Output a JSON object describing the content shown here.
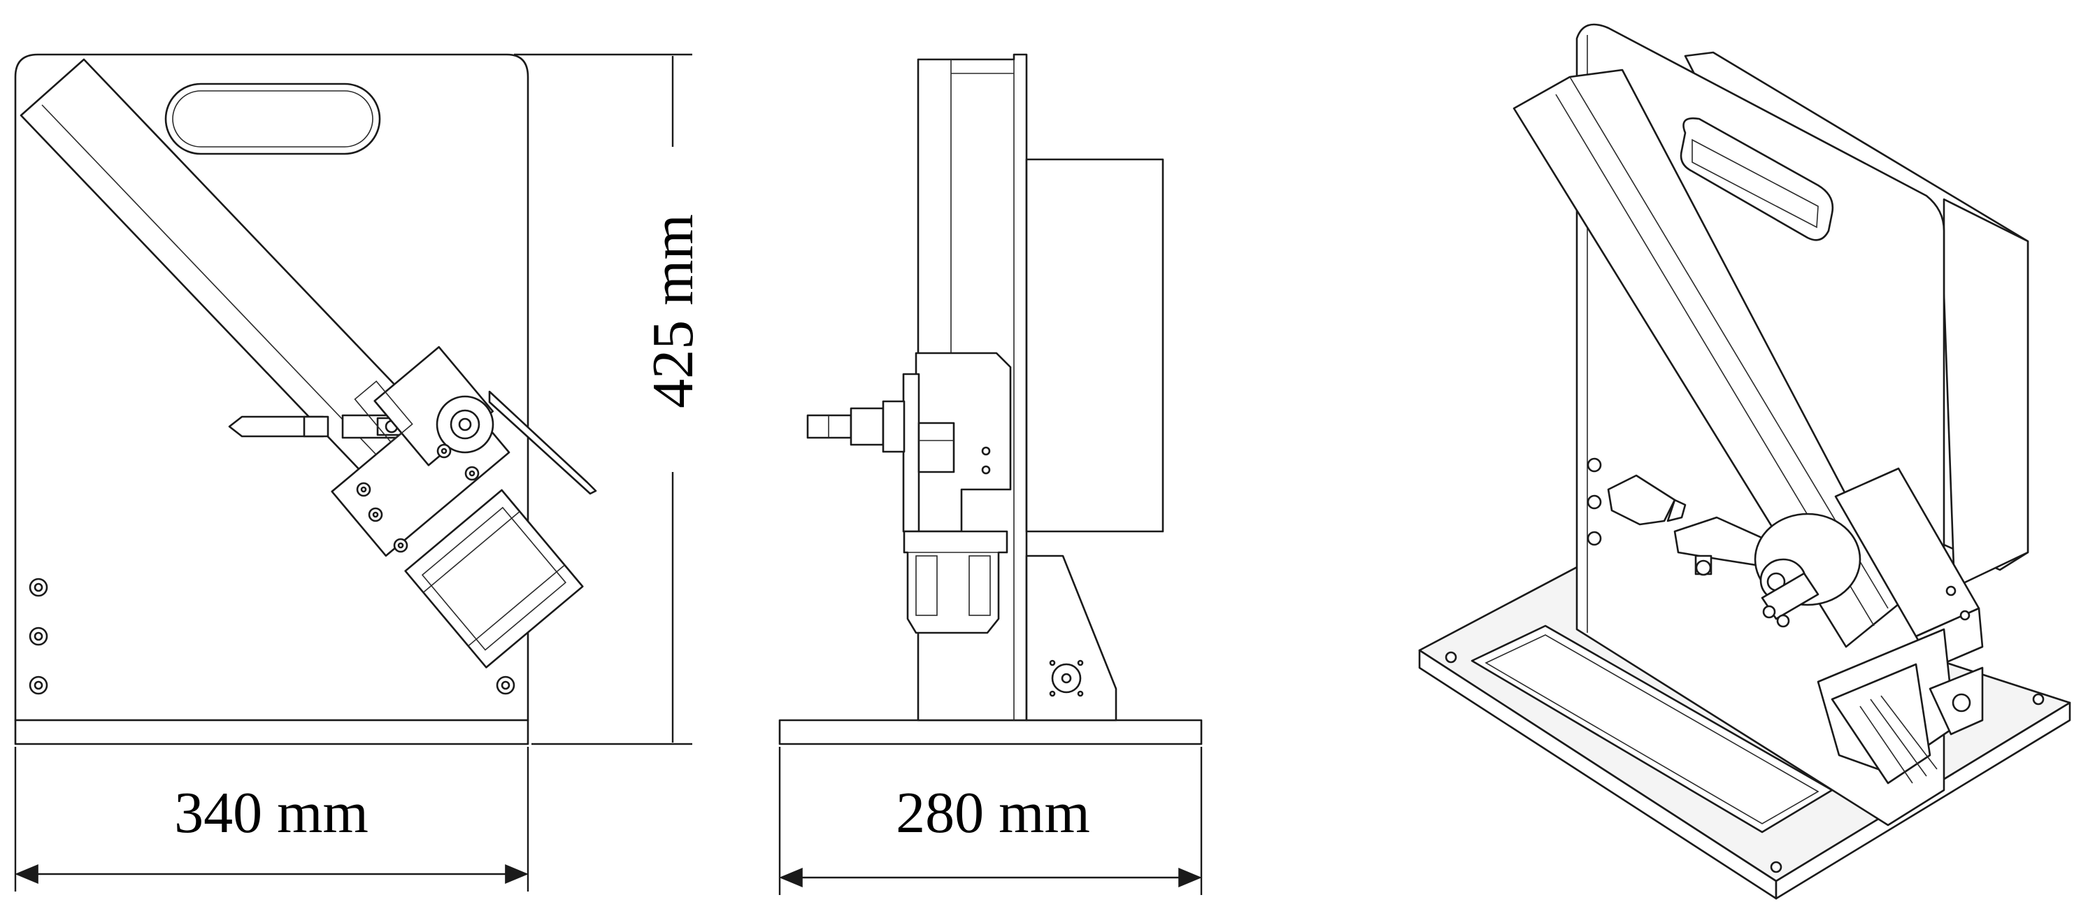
{
  "dimensions": {
    "width": "340 mm",
    "height": "425 mm",
    "depth": "280 mm"
  },
  "colors": {
    "line": "#1a1a1a",
    "background": "#ffffff"
  }
}
